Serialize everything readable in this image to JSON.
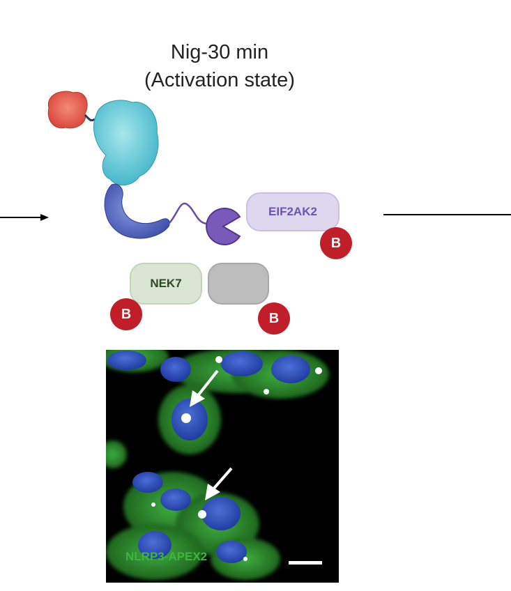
{
  "title": {
    "line1": "Nig-30 min",
    "line2": "(Activation state)"
  },
  "proteins": {
    "eif2ak2": {
      "label": "EIF2AK2",
      "color": "#6a55b0",
      "fill": "#ddd8ee"
    },
    "nek7": {
      "label": "NEK7",
      "color": "#2c4a22",
      "fill": "#d9e6d2"
    },
    "unlabeled": {
      "label": "",
      "fill": "#bdbdbd"
    }
  },
  "badges": {
    "eif2ak2_badge": "B",
    "nek7_badge": "B",
    "gray_badge": "B"
  },
  "micrograph": {
    "label": "NLRP3-APEX2",
    "label_color": "#3fb53f",
    "arrow_count": 2
  },
  "colors": {
    "biotin_badge": "#c01f2a",
    "pacman": "#7a5ab8",
    "linker": "#6a4aa8",
    "domain_red": "#e0604e",
    "domain_cyan": "#6fcbd6",
    "domain_blue": "#5a6cc0"
  },
  "icons": [
    "right-arrow-icon",
    "line-right-icon",
    "pacman-icon",
    "protein-structure-icon",
    "micrograph-image",
    "scale-bar-icon",
    "white-arrow-icon"
  ]
}
